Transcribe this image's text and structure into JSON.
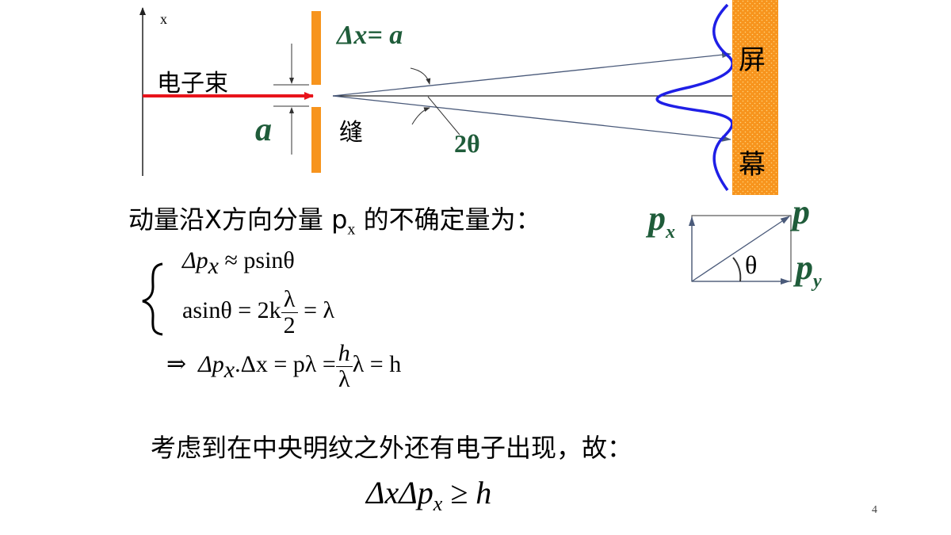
{
  "diagram": {
    "axis_label": "x",
    "beam_label": "电子束",
    "slit_width_label": "a",
    "delta_x_eq": "Δx= a",
    "slit_label": "缝",
    "angle_label": "2θ",
    "screen_char_top": "屏",
    "screen_char_bottom": "幕"
  },
  "momentum_diagram": {
    "p_label": "p",
    "px_label": "p",
    "px_sub": "x",
    "py_label": "p",
    "py_sub": "y",
    "theta_label": "θ"
  },
  "text": {
    "line1_pre": "动量沿X方向分量 p",
    "line1_sub": "x",
    "line1_post": " 的不确定量为：",
    "eq1": "Δp",
    "eq1_sub": "x",
    "eq1_rest": " ≈ psinθ",
    "eq2_left": "asinθ = 2k",
    "eq2_num": "λ",
    "eq2_den": "2",
    "eq2_right": " = λ",
    "eq3_arrow": "⇒",
    "eq3_a": "Δp",
    "eq3_sub": "x",
    "eq3_b": ".Δx = pλ  =",
    "eq3_num": "h",
    "eq3_den": "λ",
    "eq3_c": "λ = h",
    "conclusion": "考虑到在中央明纹之外还有电子出现，故：",
    "final_a": "ΔxΔp",
    "final_sub": "x",
    "final_b": " ≥ h"
  },
  "page_number": "4",
  "colors": {
    "beam": "#e8141b",
    "slit": "#f7941d",
    "screen": "#f7941d",
    "wave": "#1f1fe6",
    "label_green": "#1f5c3a",
    "ray": "#4a5a7a"
  }
}
